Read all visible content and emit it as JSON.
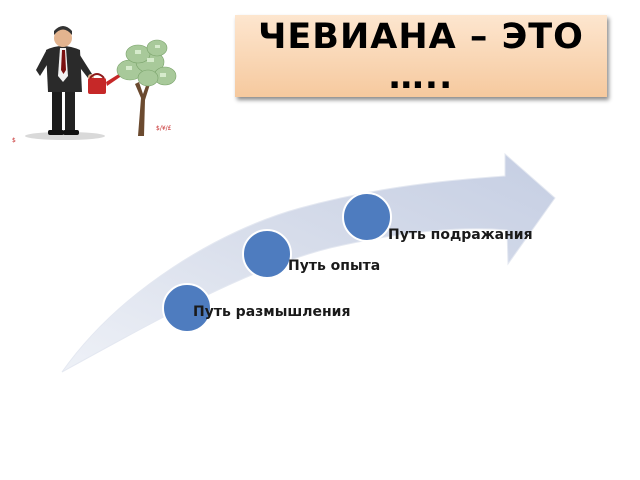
{
  "slide": {
    "title": "ЧЕВИАНА – ЭТО …..",
    "illustration": {
      "icon": "man-watering-money-tree-icon",
      "caption_left": "$",
      "caption_right": "$/¥/£"
    },
    "steps": [
      {
        "label": "Путь размышления"
      },
      {
        "label": "Путь опыта"
      },
      {
        "label": "Путь подражания"
      }
    ],
    "colors": {
      "arrow": "#cfd6e7",
      "circle": "#4e7cbf",
      "title_gradient_top": "#fde6cf",
      "title_gradient_bottom": "#f6c99e"
    }
  }
}
